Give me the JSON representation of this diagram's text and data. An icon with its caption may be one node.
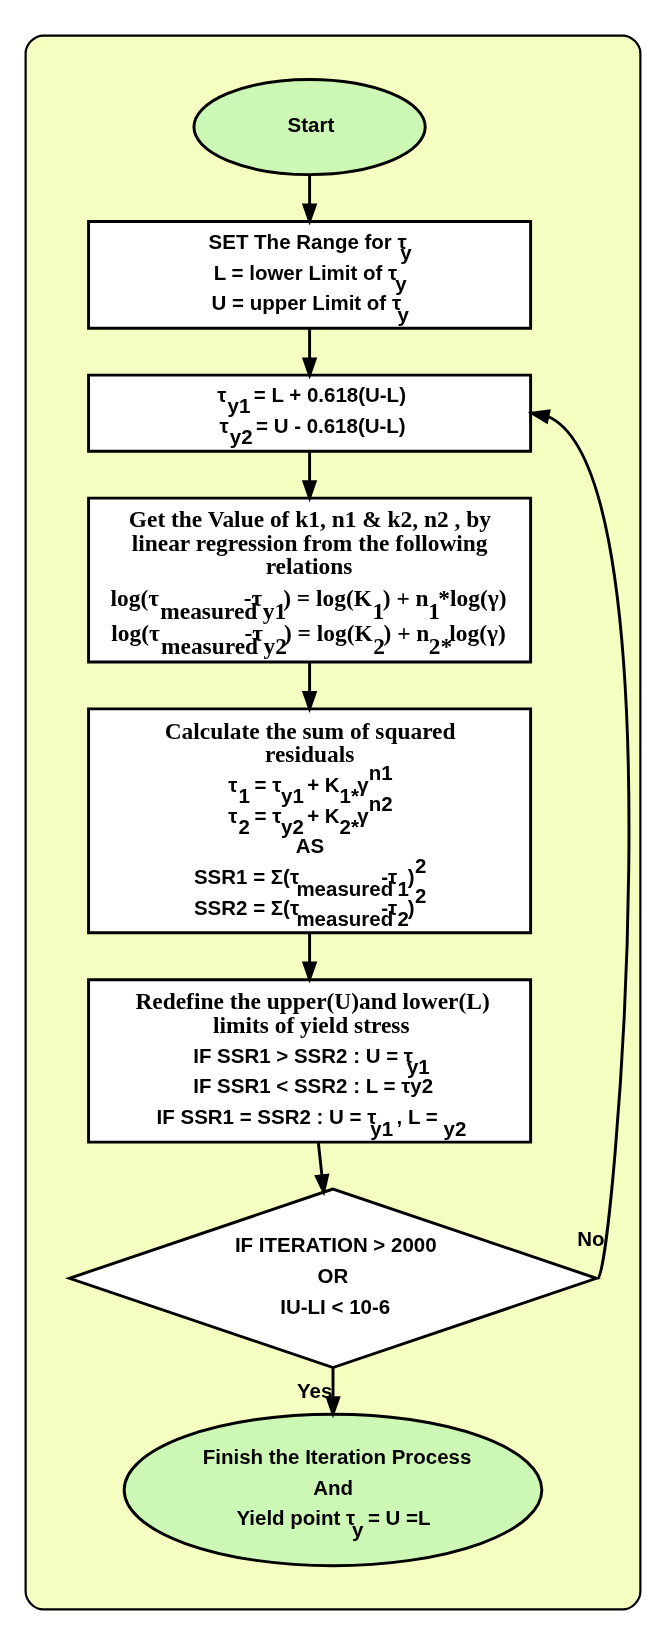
{
  "diagram": {
    "nodes": [
      {
        "text": [],
        "shape": "box"
      },
      {
        "text": [
          "Start"
        ],
        "in": 0
      },
      {
        "text": [
          "SET The Range for τ$_{y}$",
          "L = lower Limit of τ$_{y}$",
          "U = upper Limit of τ$_{y}$"
        ],
        "in": 0
      },
      {
        "text": [
          "τ$_{y1}$ = L + 0.618(U-L)",
          "τ$_{y2}$ = U - 0.618(U-L)"
        ],
        "in": 0
      },
      {
        "text": [
          "Get the Value of k1, n1 & k2, n2 , by linear regression from the following relations",
          "log(τ$_{measured}$-τ$_{y1}$) = log(K$_{1}$) + n$_{1}$*log(γ)",
          "log(τ$_{measured}$-τ$_{y2}$) = log(K$_{2}$) + n$_{2*}$log(γ)"
        ],
        "in": 0
      },
      {
        "text": [
          "Calculate the sum of squared residuals",
          "τ$_{1}$ = τ$_{y1}$ + K$_{1*}$γ$^{n1}$",
          "τ$_{2}$ = τ$_{y2}$ + K$_{2*}$γ$^{n2}$",
          "AS",
          "SSR1 = Σ(τ$_{measured}$-τ$_{1}$)$^{2}$",
          "SSR2 = Σ(τ$_{measured}$-τ$_{2}$)$^{2}$"
        ],
        "in": 0
      },
      {
        "text": [
          "Redefine the upper(U)and lower(L) limits of yield stress",
          "IF SSR1 > SSR2 : U = τ$_{y1}$",
          "IF SSR1 < SSR2 : L = τy2",
          "IF SSR1 = SSR2 : U = τ$_{y1}$ , L = $_{y2}$"
        ],
        "in": 0
      },
      {
        "text": [
          "IF ITERATION > 2000",
          "OR",
          "IU-LI < 10-6"
        ],
        "in": 0
      },
      {
        "text": [
          "Finish the Iteration Process",
          "And",
          "Yield point τ$_{y}$ = U =L"
        ],
        "in": 0
      }
    ],
    "edges": [
      {
        "from": 1,
        "to": 2,
        "arrow": "to"
      },
      {
        "from": 2,
        "to": 3,
        "arrow": "to"
      },
      {
        "from": 3,
        "to": 4,
        "arrow": "to"
      },
      {
        "from": 4,
        "to": 5,
        "arrow": "to"
      },
      {
        "from": 5,
        "to": 6,
        "arrow": "to"
      },
      {
        "from": 6,
        "to": 7,
        "arrow": "to"
      },
      {
        "from": 7,
        "to": 3,
        "arrow": "to",
        "label": "No"
      },
      {
        "from": 7,
        "to": 8,
        "arrow": "to",
        "label": "Yes"
      }
    ]
  }
}
